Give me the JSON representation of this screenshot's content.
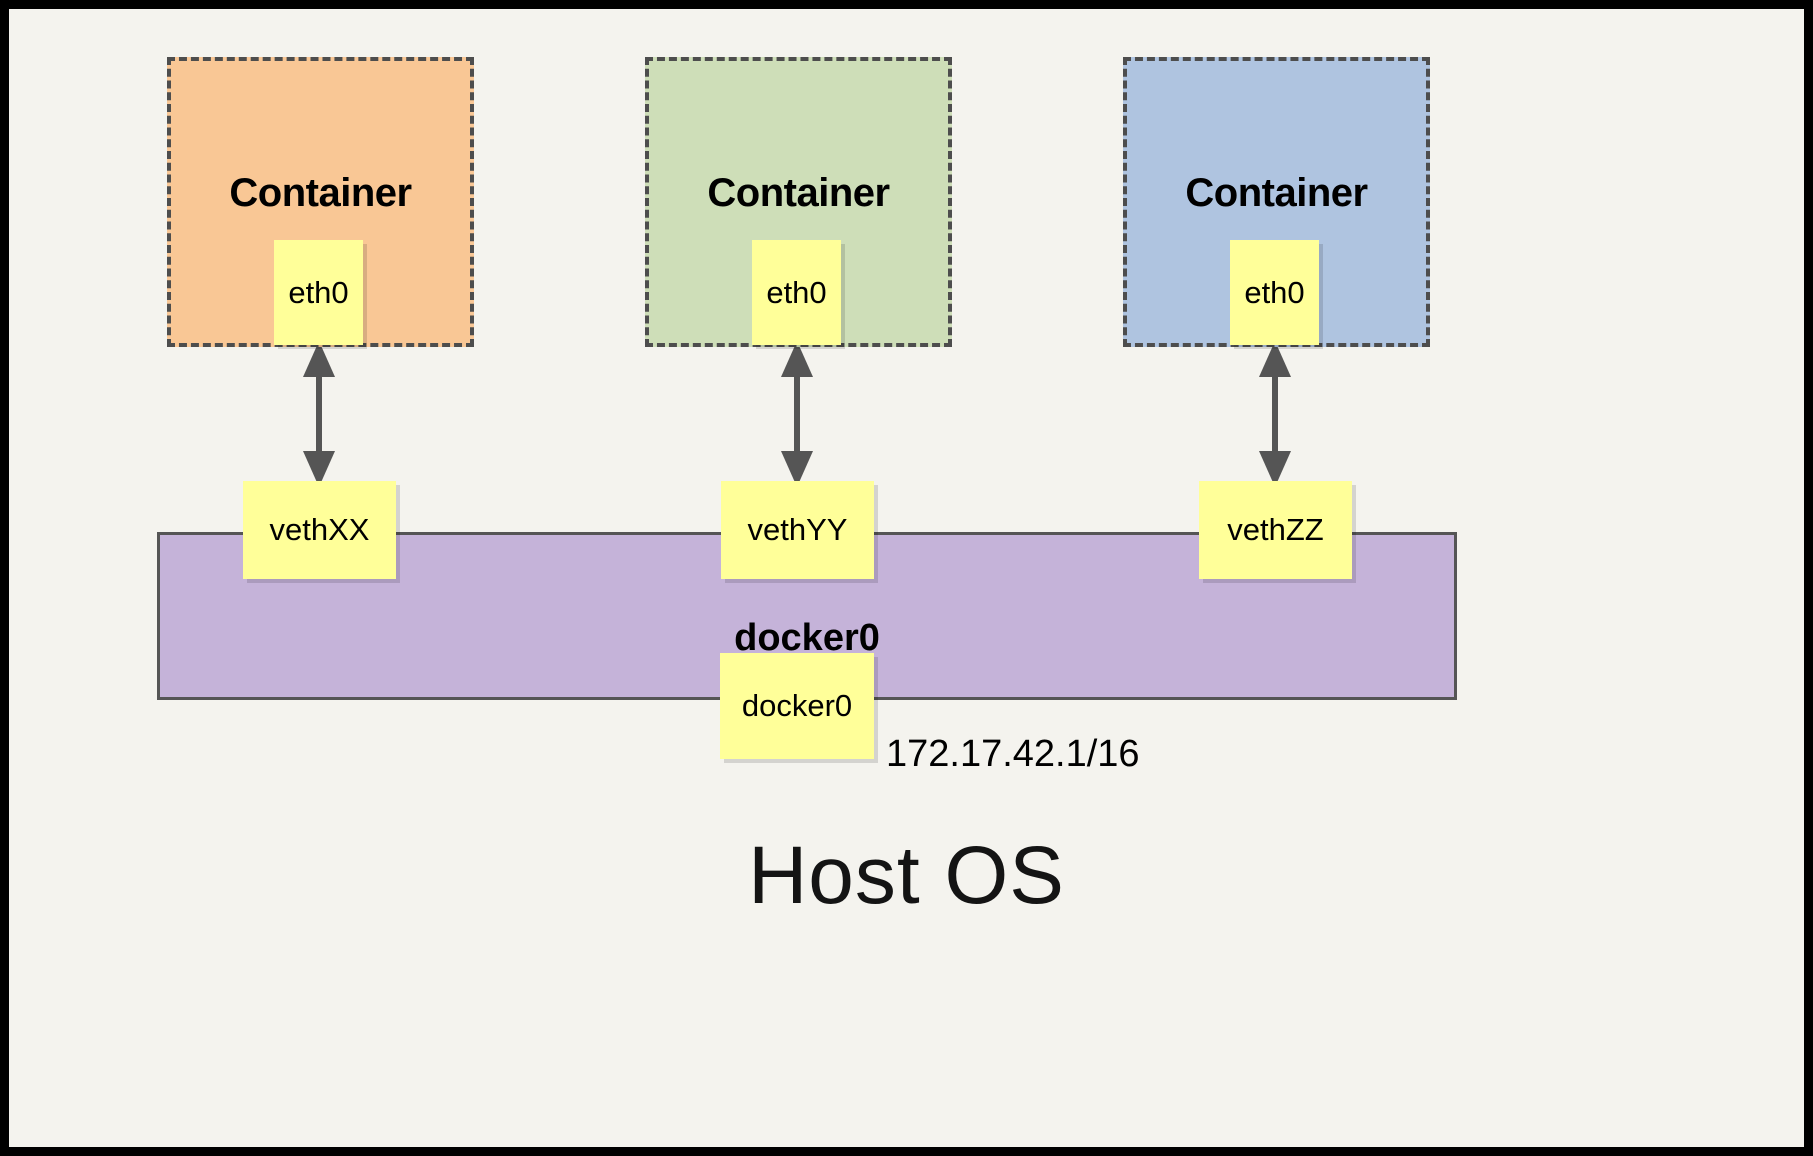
{
  "diagram": {
    "title_text": "Host OS",
    "background_color": "#f4f3ee",
    "frame_color": "#000000",
    "containers": [
      {
        "label": "Container",
        "iface_label": "eth0",
        "fill_color": "#f9c795",
        "border_color": "#4d4d4d"
      },
      {
        "label": "Container",
        "iface_label": "eth0",
        "fill_color": "#cedeb8",
        "border_color": "#4d4d4d"
      },
      {
        "label": "Container",
        "iface_label": "eth0",
        "fill_color": "#afc4e0",
        "border_color": "#4d4d4d"
      }
    ],
    "veths": [
      {
        "label": "vethXX"
      },
      {
        "label": "vethYY"
      },
      {
        "label": "vethZZ"
      }
    ],
    "bridge": {
      "name": "docker0",
      "iface_label": "docker0",
      "ip_address": "172.17.42.1/16",
      "fill_color": "#c5b3d9",
      "border_color": "#555555"
    },
    "arrows": {
      "color": "#555555",
      "style": "double-headed-vertical",
      "count": 3
    },
    "iface_box_color": "#ffff99"
  }
}
